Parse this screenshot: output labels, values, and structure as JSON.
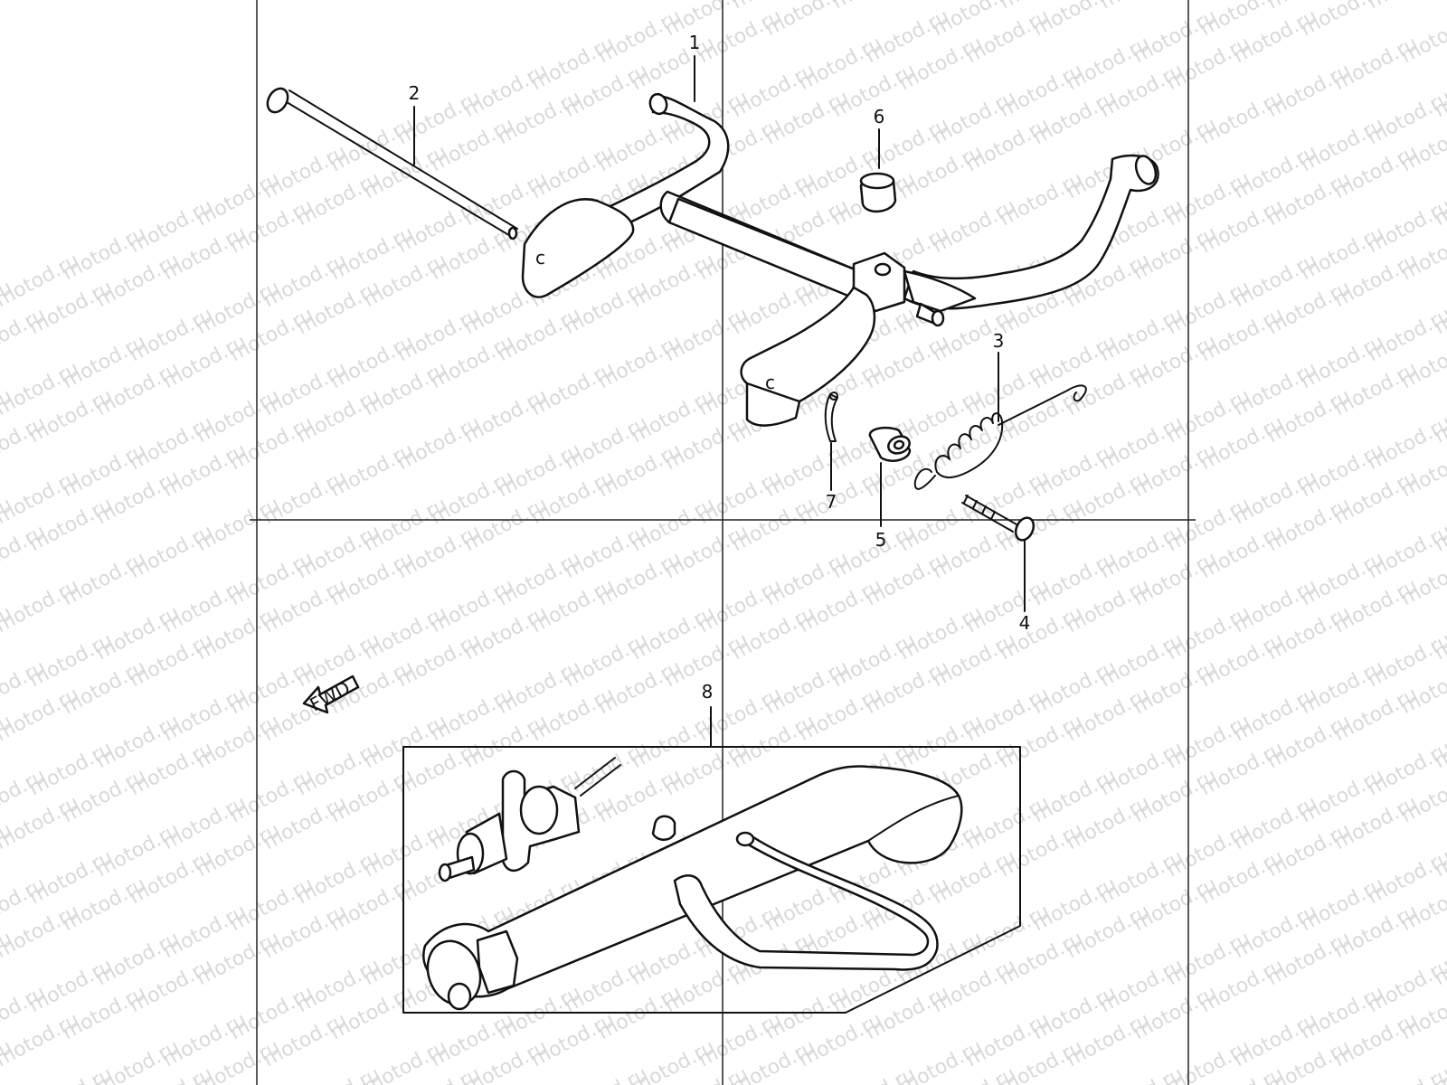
{
  "watermark": "motod.ru",
  "fwd_label": "FWD",
  "callouts": {
    "p1": "1",
    "p2": "2",
    "p3": "3",
    "p4": "4",
    "p5": "5",
    "p6": "6",
    "p7": "7",
    "p8": "8"
  }
}
